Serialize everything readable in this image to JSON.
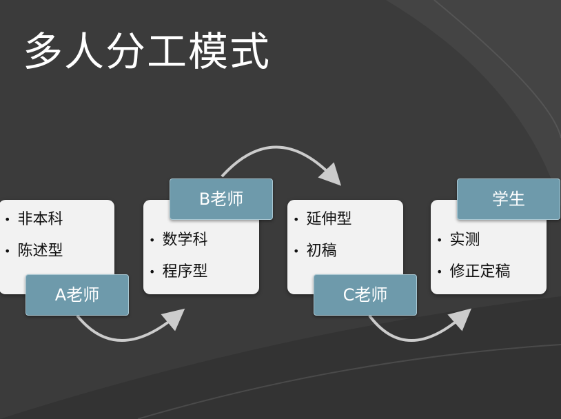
{
  "title": "多人分工模式",
  "steps": [
    {
      "label": "A老师",
      "items": [
        "非本科",
        "陈述型"
      ]
    },
    {
      "label": "B老师",
      "items": [
        "数学科",
        "程序型"
      ]
    },
    {
      "label": "C老师",
      "items": [
        "延伸型",
        "初稿"
      ]
    },
    {
      "label": "学生",
      "items": [
        "实测",
        "修正定稿"
      ]
    }
  ],
  "colors": {
    "background": "#3b3b3b",
    "tag": "#6e9aab",
    "box": "#f2f2f2"
  }
}
